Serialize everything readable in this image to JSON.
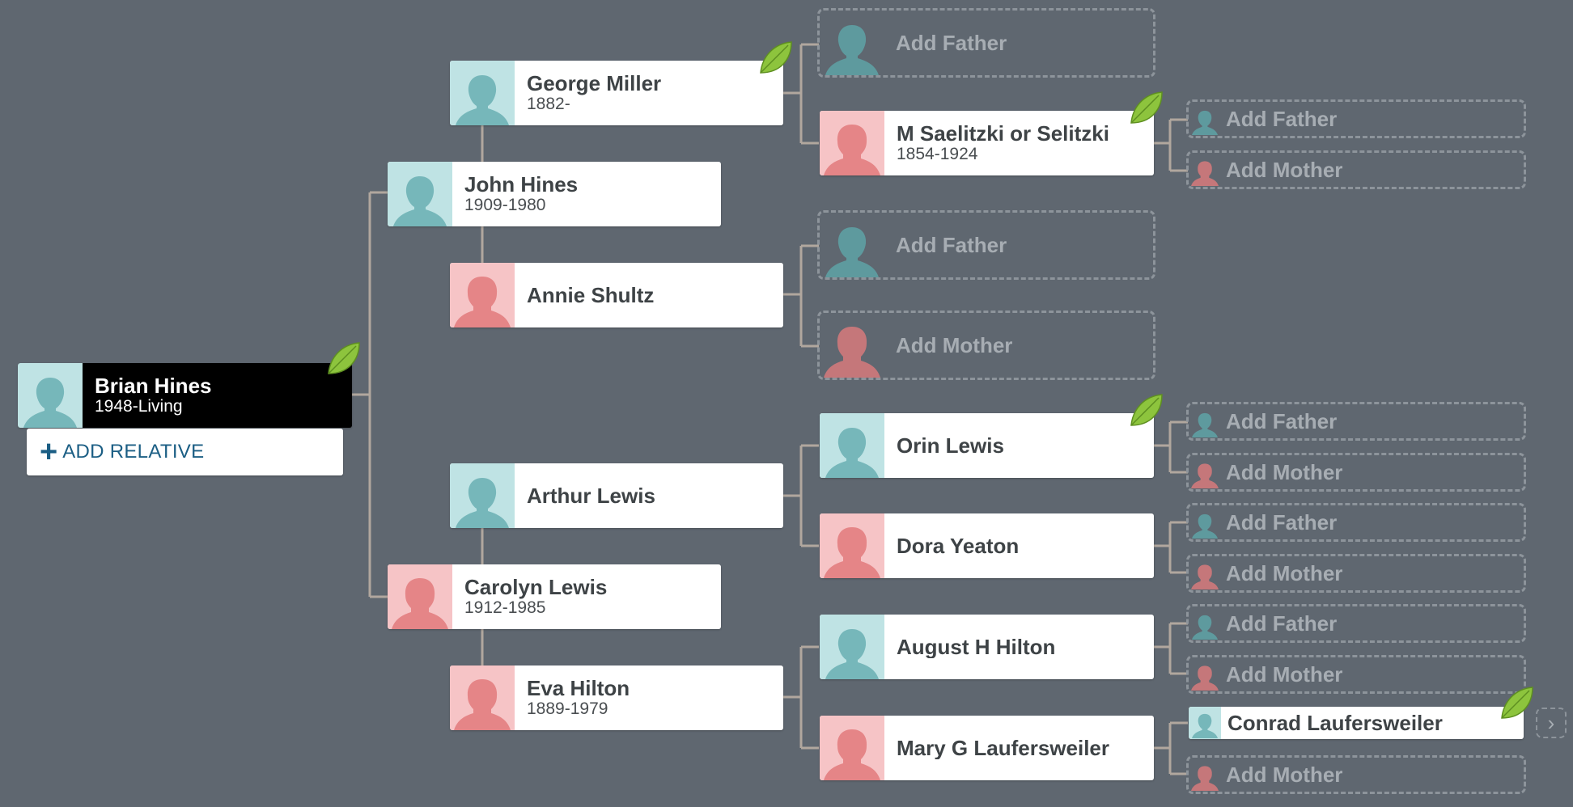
{
  "colors": {
    "background": "#5f6770",
    "male_photo_bg": "#bfe3e4",
    "male_silhouette": "#76b7ba",
    "female_photo_bg": "#f6c4c6",
    "female_silhouette": "#e58587",
    "connector": "#b1a79e",
    "placeholder_border": "#8d949b",
    "placeholder_text": "#a7adb3",
    "link_blue": "#1b5e84",
    "leaf_green": "#8dc43d"
  },
  "root": {
    "name": "Brian Hines",
    "dates": "1948-Living",
    "hint": "leaf-icon"
  },
  "add_relative": {
    "plus": "+",
    "label": "ADD RELATIVE"
  },
  "people": {
    "george": {
      "name": "George Miller",
      "dates": "1882-"
    },
    "john": {
      "name": "John Hines",
      "dates": "1909-1980"
    },
    "annie": {
      "name": "Annie Shultz",
      "dates": ""
    },
    "saelitzki": {
      "name": "M Saelitzki or Selitzki",
      "dates": "1854-1924"
    },
    "orin": {
      "name": "Orin Lewis",
      "dates": ""
    },
    "arthur": {
      "name": "Arthur Lewis",
      "dates": ""
    },
    "dora": {
      "name": "Dora Yeaton",
      "dates": ""
    },
    "carolyn": {
      "name": "Carolyn Lewis",
      "dates": "1912-1985"
    },
    "august": {
      "name": "August H Hilton",
      "dates": ""
    },
    "eva": {
      "name": "Eva Hilton",
      "dates": "1889-1979"
    },
    "mary": {
      "name": "Mary G Laufersweiler",
      "dates": ""
    },
    "conrad": {
      "name": "Conrad Laufersweiler",
      "dates": ""
    }
  },
  "labels": {
    "add_father": "Add Father",
    "add_mother": "Add Mother"
  },
  "more_glyph": "›"
}
